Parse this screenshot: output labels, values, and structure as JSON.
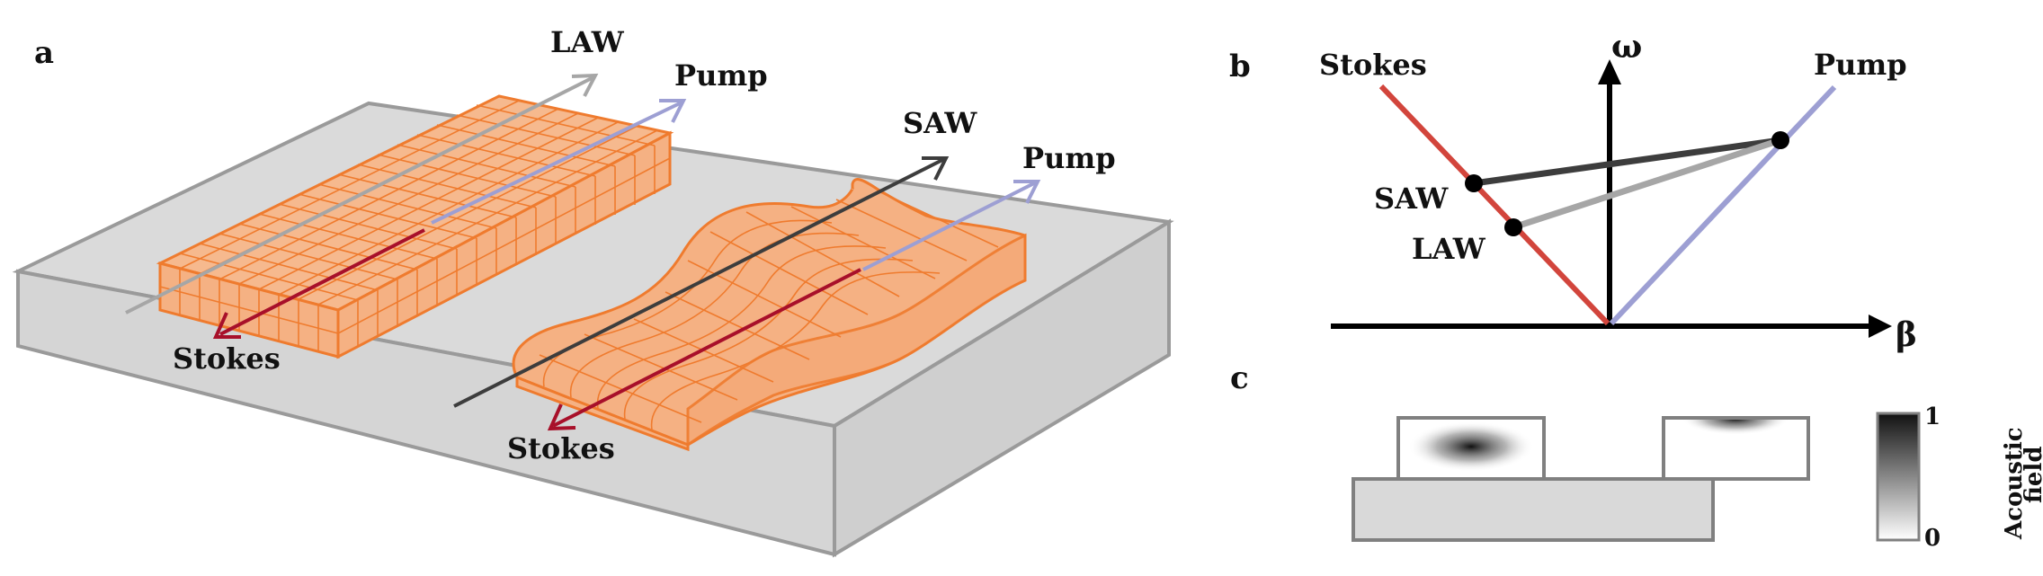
{
  "panels": {
    "a": "a",
    "b": "b",
    "c": "c"
  },
  "panel_a": {
    "law": "LAW",
    "pump_left": "Pump",
    "saw": "SAW",
    "pump_right": "Pump",
    "stokes_left": "Stokes",
    "stokes_right": "Stokes"
  },
  "panel_b": {
    "stokes": "Stokes",
    "pump": "Pump",
    "omega": "ω",
    "beta": "β",
    "saw": "SAW",
    "law": "LAW"
  },
  "panel_c": {
    "colorbar_max": "1",
    "colorbar_min": "0",
    "colorbar_title_line1": "Acoustic",
    "colorbar_title_line2": "field"
  },
  "colors": {
    "orange_fill": "#f5b183",
    "orange_stroke": "#ef7b2e",
    "slab_fill": "#d8d8d8",
    "slab_stroke": "#9a9a9a",
    "stokes_red": "#a8102a",
    "pump_lavender": "#9d9fd3",
    "law_gray": "#a6a6a6",
    "saw_dark": "#3d3d3d",
    "stokes_line_b": "#d2453c"
  }
}
